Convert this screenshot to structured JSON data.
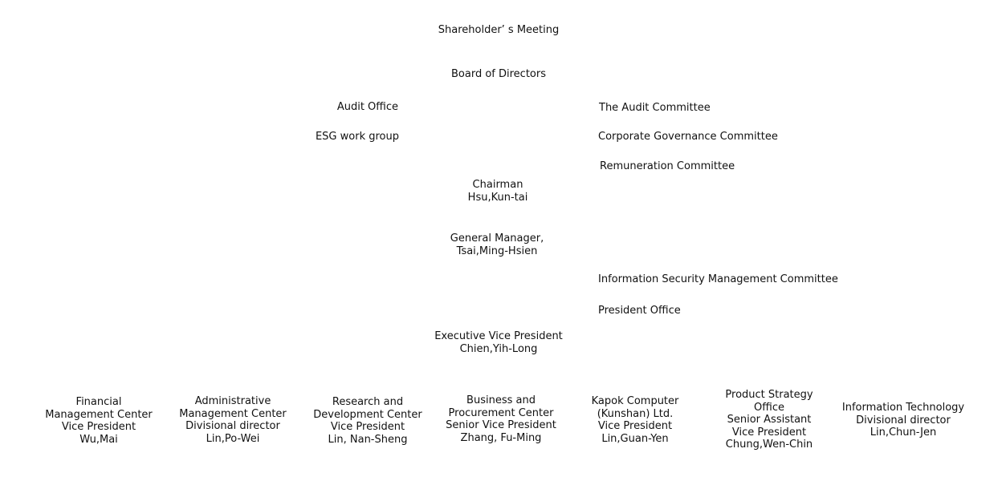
{
  "chart": {
    "top": {
      "shareholders": "Shareholder’ s Meeting",
      "board": "Board of Directors"
    },
    "board_units_left": {
      "audit_office": "Audit Office",
      "esg_group": "ESG work group"
    },
    "board_committees_right": {
      "audit_committee": "The Audit Committee",
      "governance_committee": "Corporate Governance Committee",
      "remuneration_committee": "Remuneration Committee"
    },
    "chairman": {
      "title": "Chairman",
      "name": "Hsu,Kun-tai"
    },
    "general_manager": {
      "title": "General Manager,",
      "name": "Tsai,Ming-Hsien"
    },
    "gm_units_right": {
      "infosec_committee": "Information Security Management Committee",
      "president_office": "President Office"
    },
    "evp": {
      "title": "Executive Vice President",
      "name": "Chien,Yih-Long"
    },
    "departments": [
      {
        "lines": [
          "Financial",
          "Management Center",
          "Vice President",
          "Wu,Mai"
        ]
      },
      {
        "lines": [
          "Administrative",
          "Management Center",
          "Divisional director",
          "Lin,Po-Wei"
        ]
      },
      {
        "lines": [
          "Research and",
          "Development Center",
          "Vice President",
          "Lin, Nan-Sheng"
        ]
      },
      {
        "lines": [
          "Business and",
          "Procurement Center",
          "Senior Vice President",
          "Zhang, Fu-Ming"
        ]
      },
      {
        "lines": [
          "Kapok Computer",
          "(Kunshan) Ltd.",
          "Vice President",
          "Lin,Guan-Yen"
        ]
      },
      {
        "lines": [
          "Product Strategy",
          "Office",
          "Senior Assistant",
          "Vice President",
          "Chung,Wen-Chin"
        ]
      },
      {
        "lines": [
          "Information Technology",
          "Divisional director",
          "Lin,Chun-Jen"
        ]
      }
    ]
  }
}
